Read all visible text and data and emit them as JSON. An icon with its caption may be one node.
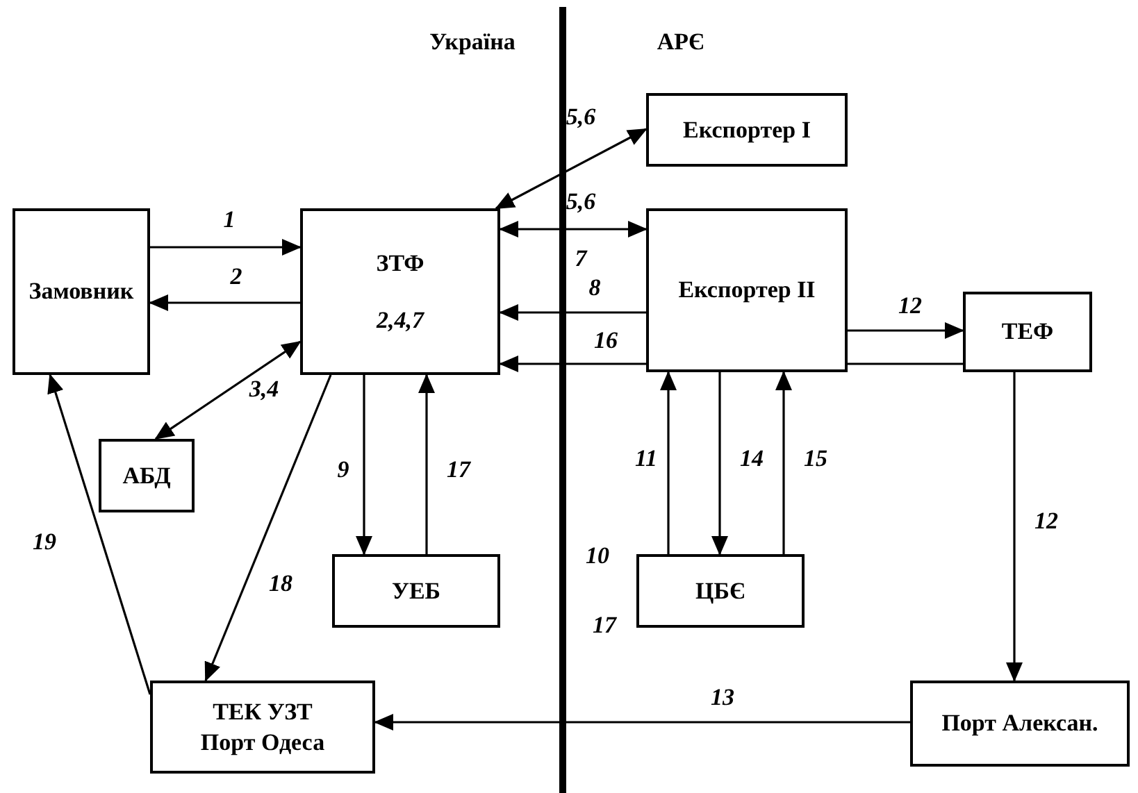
{
  "diagram": {
    "nodes": [
      {
        "text": [
          "Замовник"
        ]
      },
      {
        "text": [
          "ЗТФ",
          "2,4,7"
        ]
      },
      {
        "text": [
          "Експортер I"
        ]
      },
      {
        "text": [
          "Експортер II"
        ]
      },
      {
        "text": [
          "ТЕФ"
        ]
      },
      {
        "text": [
          "АБД"
        ]
      },
      {
        "text": [
          "УЕБ"
        ]
      },
      {
        "text": [
          "ЦБЄ"
        ]
      },
      {
        "text": [
          "ТЕК УЗТ Порт Одеса"
        ]
      },
      {
        "text": [
          "Порт Алексан."
        ]
      }
    ],
    "edges": [
      {
        "from": 0,
        "to": 1,
        "arrow": "to",
        "label": "1"
      },
      {
        "from": 1,
        "to": 0,
        "arrow": "to",
        "label": "2"
      },
      {
        "from": 5,
        "to": 1,
        "arrow": "both",
        "label": "3,4"
      },
      {
        "from": 1,
        "to": 2,
        "arrow": "both",
        "label": "5,6"
      },
      {
        "from": 1,
        "to": 3,
        "arrow": "both",
        "label": "5,6"
      },
      {
        "from": 3,
        "to": 1,
        "arrow": "to",
        "label": "8"
      },
      {
        "from": 3,
        "to": 1,
        "arrow": "to",
        "label": "16"
      },
      {
        "from": 3,
        "to": 4,
        "arrow": "to",
        "label": "12"
      },
      {
        "from": 3,
        "to": 4,
        "arrow": "none"
      },
      {
        "from": 1,
        "to": 6,
        "arrow": "to",
        "label": "9"
      },
      {
        "from": 6,
        "to": 1,
        "arrow": "to",
        "label": "17"
      },
      {
        "from": 7,
        "to": 3,
        "arrow": "to",
        "label": "11"
      },
      {
        "from": 3,
        "to": 7,
        "arrow": "to",
        "label": "14"
      },
      {
        "from": 7,
        "to": 3,
        "arrow": "to",
        "label": "15"
      },
      {
        "from": 4,
        "to": 9,
        "arrow": "to",
        "label": "12"
      },
      {
        "from": 9,
        "to": 8,
        "arrow": "to",
        "label": "13"
      },
      {
        "from": 1,
        "to": 8,
        "arrow": "to",
        "label": "18"
      },
      {
        "from": 8,
        "to": 0,
        "arrow": "to",
        "label": "19"
      }
    ],
    "labels": [
      "Україна",
      "АРЄ",
      "7",
      "10",
      "17"
    ]
  }
}
